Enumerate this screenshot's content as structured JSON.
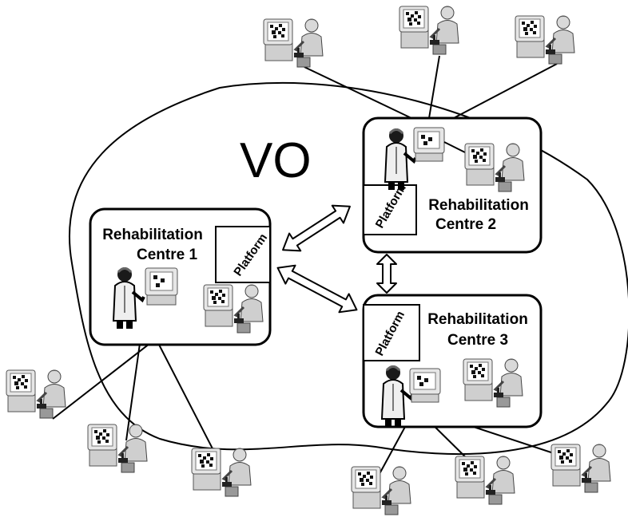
{
  "vo_label": "VO",
  "platform_label": "Platform",
  "centres": [
    {
      "line1": "Rehabilitation",
      "line2": "Centre 1"
    },
    {
      "line1": "Rehabilitation",
      "line2": "Centre 2"
    },
    {
      "line1": "Rehabilitation",
      "line2": "Centre 3"
    }
  ],
  "icons": {
    "clinician": "doctor-at-computer-icon",
    "remote_user": "patient-workstation-icon"
  },
  "colors": {
    "stroke": "#000000",
    "background": "#ffffff",
    "icon_gray": "#bdbdbd"
  }
}
